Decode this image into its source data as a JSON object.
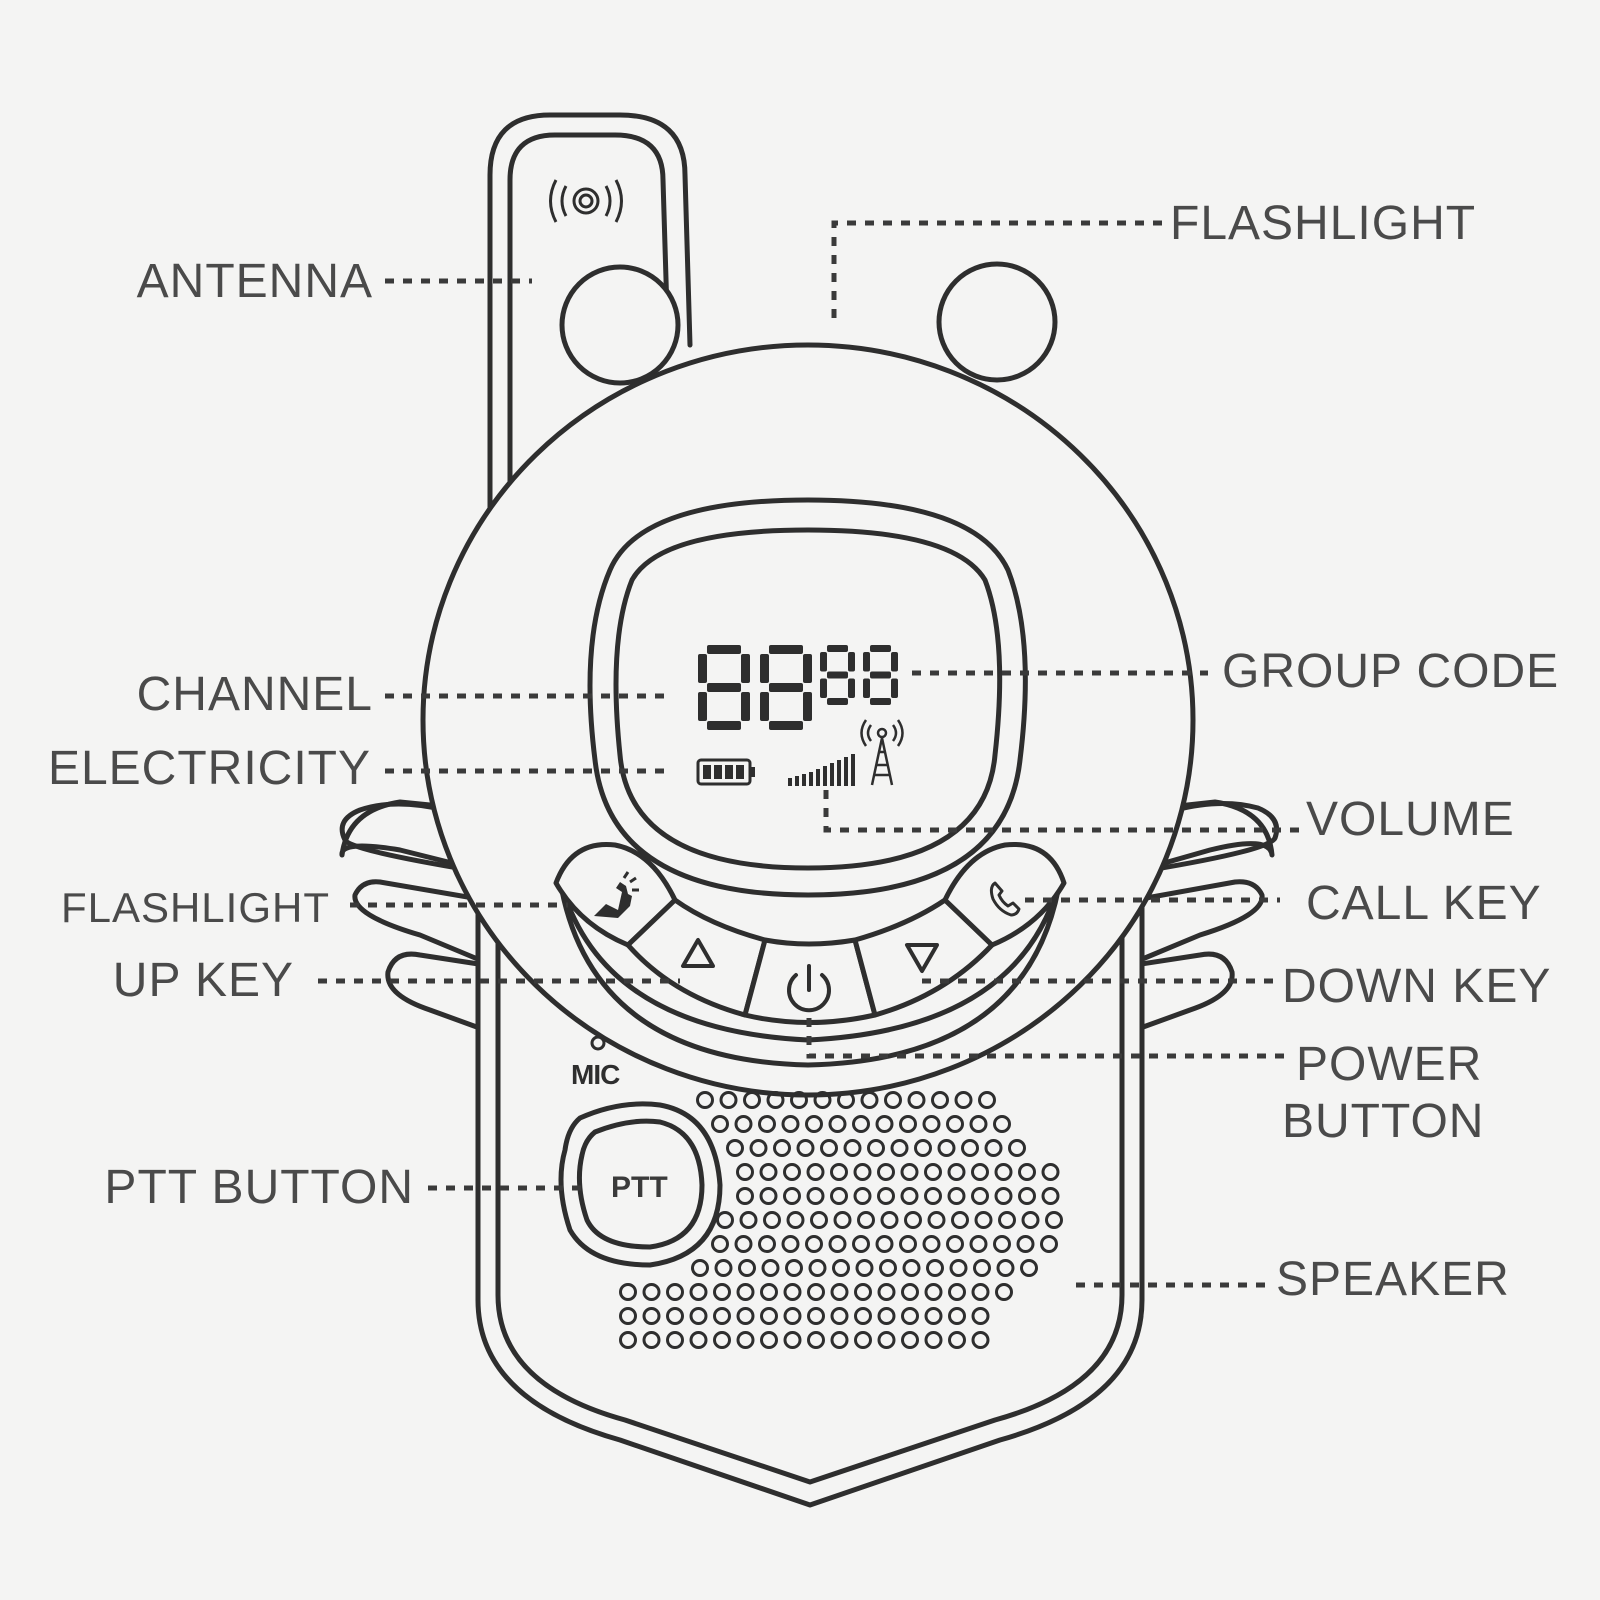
{
  "labels": {
    "antenna": "ANTENNA",
    "flashlight_top": "FLASHLIGHT",
    "channel": "CHANNEL",
    "group_code": "GROUP CODE",
    "electricity": "ELECTRICITY",
    "volume": "VOLUME",
    "flashlight_key": "FLASHLIGHT",
    "call_key": "CALL KEY",
    "up_key": "UP KEY",
    "down_key": "DOWN KEY",
    "power_button_line1": "POWER",
    "power_button_line2": "BUTTON",
    "ptt_button": "PTT BUTTON",
    "speaker": "SPEAKER"
  },
  "device": {
    "mic_label": "MIC",
    "ptt_label": "PTT"
  },
  "icons": [
    "wireless-icon",
    "flashlight-icon",
    "up-triangle-icon",
    "power-icon",
    "down-triangle-icon",
    "phone-icon",
    "battery-icon",
    "signal-bars-icon",
    "tower-icon"
  ],
  "colors": {
    "background": "#f4f4f3",
    "line": "#2e2e2e",
    "text": "#4a4a4a"
  }
}
